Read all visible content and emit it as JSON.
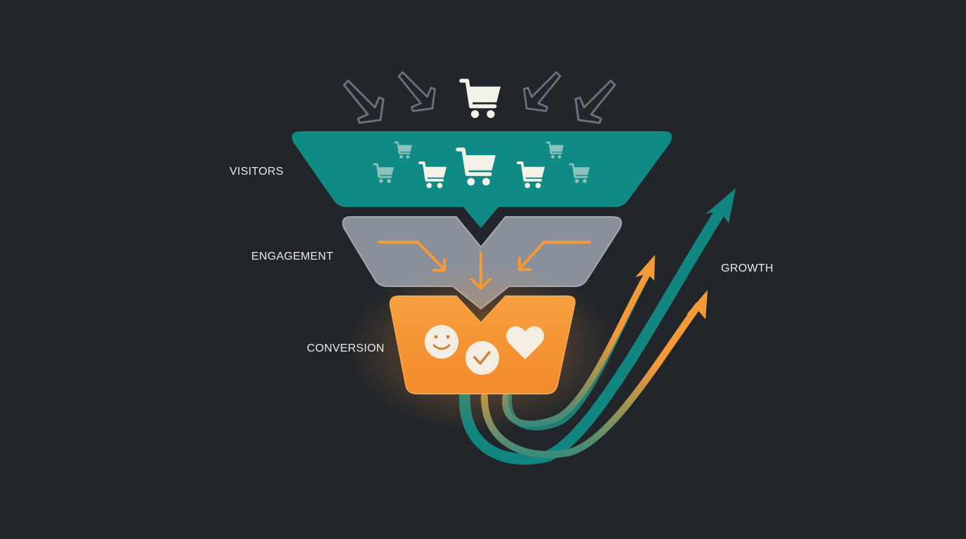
{
  "stages": [
    {
      "label": "VISITORS",
      "color": "#0f8a85",
      "icon": "shopping-cart-icon"
    },
    {
      "label": "ENGAGEMENT",
      "color": "#8a909a",
      "icon": "arrow-down-icon"
    },
    {
      "label": "CONVERSION",
      "color": "#f5922e",
      "icons": [
        "smiley-icon",
        "check-circle-icon",
        "heart-icon"
      ]
    }
  ],
  "growth": {
    "label": "GROWTH",
    "colors": [
      "#11857f",
      "#f59a36"
    ]
  },
  "background": "#22262b"
}
